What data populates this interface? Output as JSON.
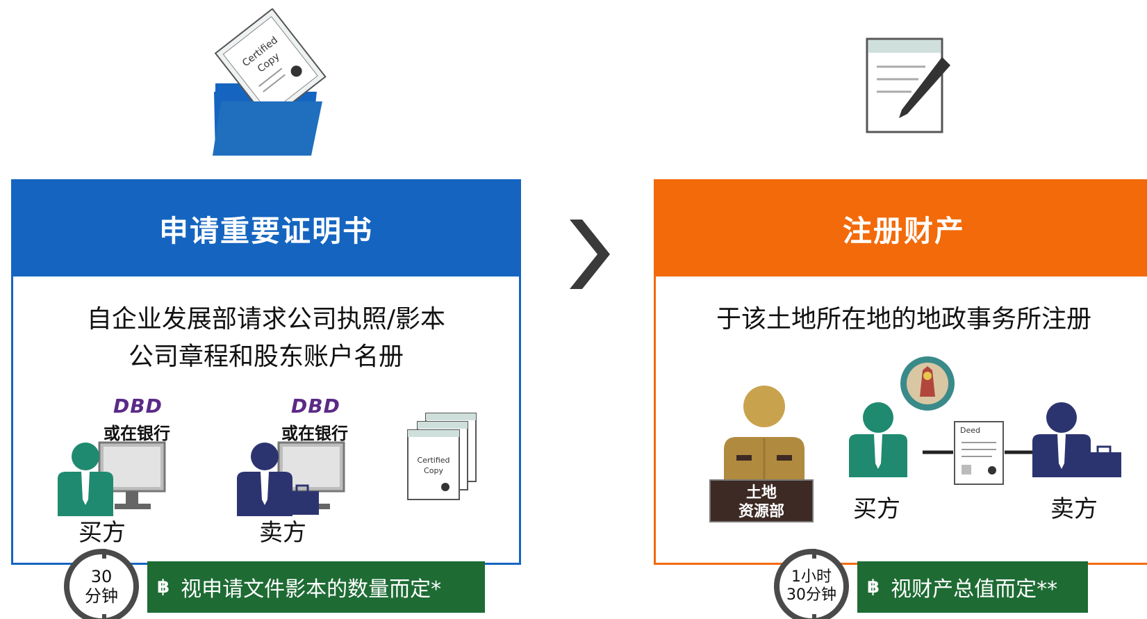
{
  "step1": {
    "title": "申请重要证明书",
    "description_line1": "自企业发展部请求公司执照/影本",
    "description_line2": "公司章程和股东账户名册",
    "buyer_label": "买方",
    "seller_label": "卖方",
    "dbd_text": "DBD",
    "or_bank_label": "或在银行",
    "timer_line1": "30",
    "timer_line2": "分钟",
    "cost_symbol": "฿",
    "cost_text": "视申请文件影本的数量而定*",
    "header_color": "#1565c0",
    "certificate_icon_text_1": "Certified",
    "certificate_icon_text_2": "Copy"
  },
  "step2": {
    "title": "注册财产",
    "description": "于该土地所在地的地政事务所注册",
    "department_line1": "土地",
    "department_line2": "资源部",
    "buyer_label": "买方",
    "seller_label": "卖方",
    "deed_text": "Deed",
    "timer_line1": "1小时",
    "timer_line2": "30分钟",
    "cost_symbol": "฿",
    "cost_text": "视财产总值而定**",
    "header_color": "#f26a0a"
  },
  "colors": {
    "blue": "#1565c0",
    "orange": "#f26a0a",
    "green_badge": "#1e6b34",
    "teal_person": "#1f8a6f",
    "navy_person": "#2c3470",
    "officer": "#b08a3e"
  }
}
